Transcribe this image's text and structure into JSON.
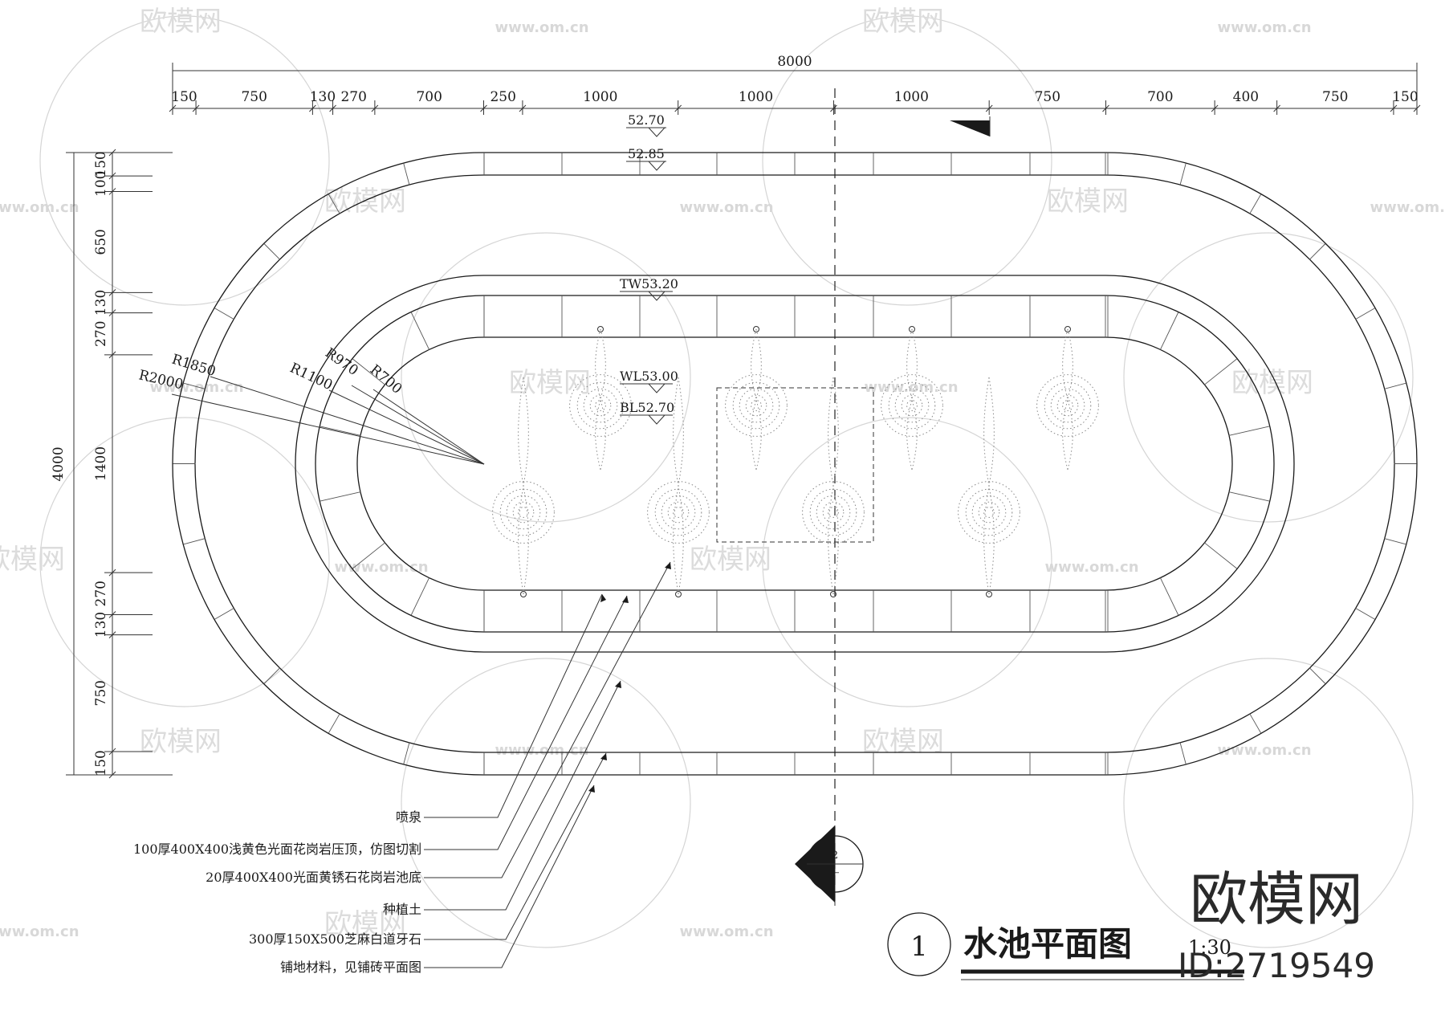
{
  "dimensions": {
    "total_width": "8000",
    "top_segments": [
      "150",
      "750",
      "130",
      "270",
      "700",
      "250",
      "1000",
      "1000",
      "1000",
      "750",
      "700",
      "400",
      "750",
      "150"
    ],
    "total_height": "4000",
    "left_segments": [
      "150",
      "100",
      "650",
      "130",
      "270",
      "1400",
      "270",
      "130",
      "750",
      "150"
    ]
  },
  "radii": [
    "R1850",
    "R2000",
    "R1100",
    "R970",
    "R700"
  ],
  "elevations": {
    "e1": "52.70",
    "e2": "52.85",
    "tw": "TW53.20",
    "wl": "WL53.00",
    "bl": "BL52.70"
  },
  "section_marker": {
    "number": "2",
    "sheet": "—"
  },
  "leader_notes": [
    "喷泉",
    "100厚400X400浅黄色光面花岗岩压顶，仿图切割",
    "20厚400X400光面黄锈石花岗岩池底",
    "种植土",
    "300厚150X500芝麻白道牙石",
    "铺地材料，见铺砖平面图"
  ],
  "title_block": {
    "number": "1",
    "title": "水池平面图",
    "scale": "1:30"
  },
  "watermark": {
    "brand": "欧模网",
    "site": "www.om.cn",
    "big_brand": "欧模网",
    "id": "ID:2719549"
  },
  "colors": {
    "line": "#1a1a1a",
    "watermark": "#d0d0d0",
    "background": "#ffffff"
  }
}
